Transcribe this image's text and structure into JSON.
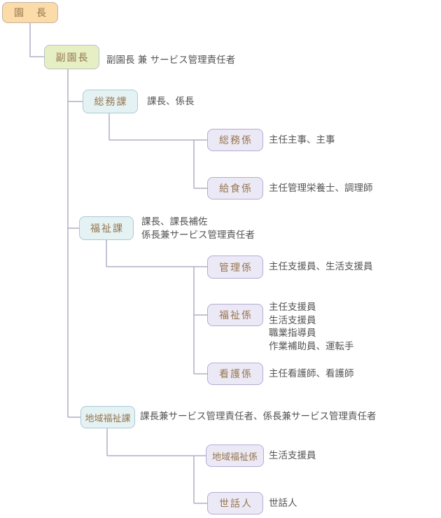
{
  "chart": {
    "type": "org-chart",
    "background": "#ffffff",
    "colors": {
      "connector_line": "#b2adc6",
      "node_label_text": "#96754f",
      "description_text": "#545454",
      "director_fill": "#fbdca8",
      "director_border": "#c4b2a2",
      "deputy_fill": "#e6efc4",
      "deputy_border": "#b8c3c4",
      "division_fill": "#e4f2f3",
      "division_border": "#abc8d8",
      "section_fill": "#ece9f6",
      "section_border": "#b6abd2"
    },
    "nodes": {
      "director": {
        "label": "園　長",
        "desc": ""
      },
      "deputy_director": {
        "label": "副園長",
        "desc": "副園長 兼 サービス管理責任者"
      },
      "general_affairs_div": {
        "label": "総務課",
        "desc": "課長、係長"
      },
      "general_affairs_sec": {
        "label": "総務係",
        "desc": "主任主事、主事"
      },
      "catering_sec": {
        "label": "給食係",
        "desc": "主任管理栄養士、調理師"
      },
      "welfare_div": {
        "label": "福祉課",
        "desc": "課長、課長補佐\n係長兼サービス管理責任者"
      },
      "admin_sec": {
        "label": "管理係",
        "desc": "主任支援員、生活支援員"
      },
      "welfare_sec": {
        "label": "福祉係",
        "desc": "主任支援員\n生活支援員\n職業指導員\n作業補助員、運転手"
      },
      "nursing_sec": {
        "label": "看護係",
        "desc": "主任看護師、看護師"
      },
      "community_welfare_div": {
        "label": "地域福祉課",
        "desc": "課長兼サービス管理責任者、係長兼サービス管理責任者"
      },
      "community_welfare_sec": {
        "label": "地域福祉係",
        "desc": "生活支援員"
      },
      "caretaker": {
        "label": "世話人",
        "desc": "世話人"
      }
    }
  }
}
